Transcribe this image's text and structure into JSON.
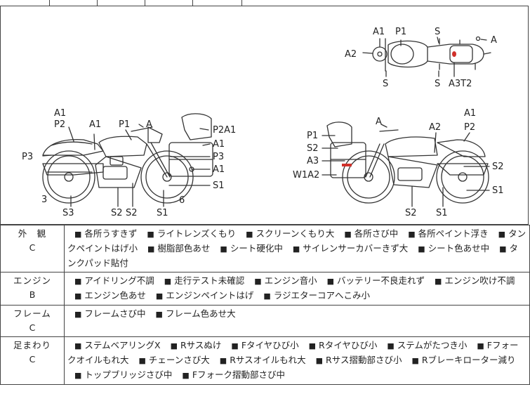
{
  "diagram": {
    "top_view_labels": [
      "A1",
      "P1",
      "S",
      "A",
      "A2",
      "S",
      "S",
      "A3T2"
    ],
    "left_view_labels": [
      "A1",
      "P2",
      "A1",
      "P1",
      "A",
      "P2A1",
      "A1",
      "P3",
      "P3",
      "A1",
      "S1",
      "3",
      "S3",
      "S2",
      "S2",
      "S1",
      "6"
    ],
    "right_view_labels": [
      "A",
      "A1",
      "A2",
      "P2",
      "P1",
      "S2",
      "A3",
      "W1A2",
      "S2",
      "S1",
      "S2",
      "S1"
    ],
    "colors": {
      "line": "#333333",
      "damage_mark": "#d0302a"
    }
  },
  "conditions": [
    {
      "category": "外　観",
      "grade": "C",
      "items": [
        "各所うすきず",
        "ライトレンズくもり",
        "スクリーンくもり大",
        "各所さび中",
        "各所ペイント浮き",
        "タンクペイントはげ小",
        "樹脂部色あせ",
        "シート硬化中",
        "サイレンサーカバーきず大",
        "シート色あせ中",
        "タンクパッド貼付"
      ]
    },
    {
      "category": "エンジン",
      "grade": "B",
      "items": [
        "アイドリング不調",
        "走行テスト未確認",
        "エンジン音小",
        "バッテリー不良走れず",
        "エンジン吹け不調",
        "エンジン色あせ",
        "エンジンペイントはげ",
        "ラジエターコアへこみ小"
      ]
    },
    {
      "category": "フレーム",
      "grade": "C",
      "items": [
        "フレームさび中",
        "フレーム色あせ大"
      ]
    },
    {
      "category": "足まわり",
      "grade": "C",
      "items": [
        "ステムベアリングX",
        "Rサスぬけ",
        "Fタイヤひび小",
        "Rタイヤひび小",
        "ステムがたつき小",
        "Fフォークオイルもれ大",
        "チェーンさび大",
        "Rサスオイルもれ大",
        "Rサス摺動部さび小",
        "Rブレーキローター減り",
        "トップブリッジさび中",
        "Fフォーク摺動部さび中"
      ]
    }
  ]
}
